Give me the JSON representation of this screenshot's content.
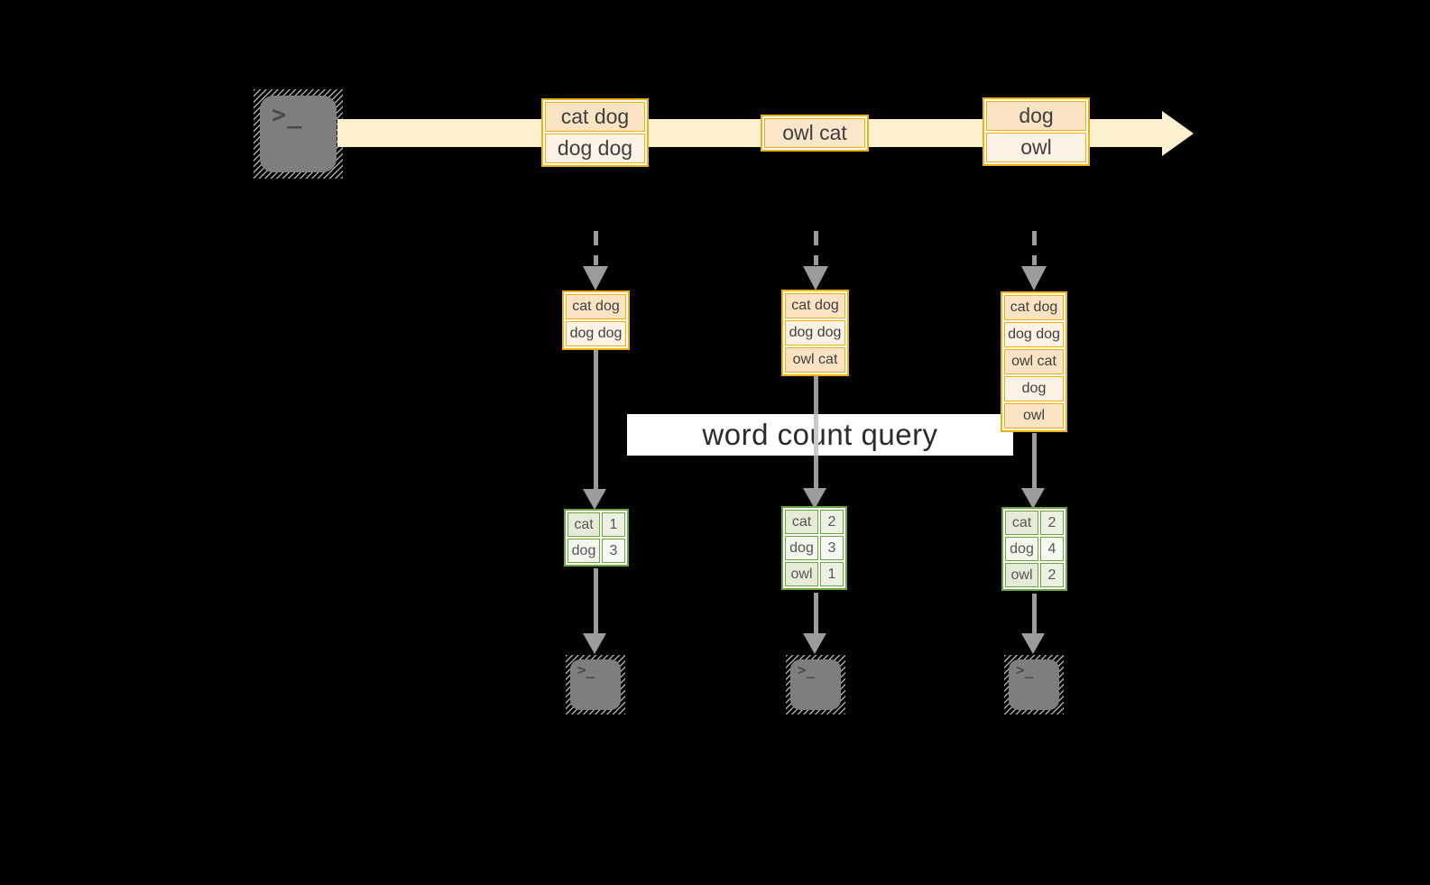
{
  "label": {
    "text": "word count query"
  },
  "icons": {
    "terminal_prompt": ">_"
  },
  "stream": {
    "batches": [
      {
        "items": [
          "cat dog",
          "dog dog"
        ]
      },
      {
        "items": [
          "owl cat"
        ]
      },
      {
        "items": [
          "dog",
          "owl"
        ]
      }
    ]
  },
  "columns": [
    {
      "buffer": [
        "cat dog",
        "dog dog"
      ],
      "counts": [
        {
          "word": "cat",
          "count": "1"
        },
        {
          "word": "dog",
          "count": "3"
        }
      ]
    },
    {
      "buffer": [
        "cat dog",
        "dog dog",
        "owl cat"
      ],
      "counts": [
        {
          "word": "cat",
          "count": "2"
        },
        {
          "word": "dog",
          "count": "3"
        },
        {
          "word": "owl",
          "count": "1"
        }
      ]
    },
    {
      "buffer": [
        "cat dog",
        "dog dog",
        "owl cat",
        "dog",
        "owl"
      ],
      "counts": [
        {
          "word": "cat",
          "count": "2"
        },
        {
          "word": "dog",
          "count": "4"
        },
        {
          "word": "owl",
          "count": "2"
        }
      ]
    }
  ],
  "colors": {
    "amber_border": "#f0b00d",
    "peach_dark": "#fae3c2",
    "peach_light": "#fdf2e3",
    "peach_mid": "#fbe6ca",
    "stream_cream": "#fcf1cf",
    "green_border": "#6ba440",
    "green_cell_dark": "#e4ecd7",
    "green_cell_light": "#f2f6eb",
    "green_num_dark": "#ecf2e1",
    "green_num_light": "#f6f9f1",
    "arrow_gray": "#9c9c9c",
    "terminal_gray": "#7e7e7e",
    "background": "#000000"
  }
}
